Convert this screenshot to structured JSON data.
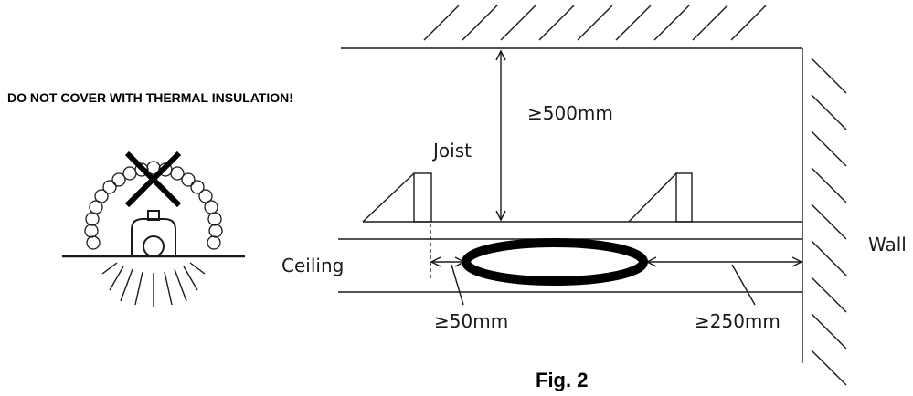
{
  "warning": "DO NOT COVER WITH THERMAL INSULATION!",
  "labels": {
    "joist": "Joist",
    "ceiling": "Ceiling",
    "wall": "Wall",
    "dim_top": "≥500mm",
    "dim_left": "≥50mm",
    "dim_right": "≥250mm"
  },
  "caption": "Fig. 2",
  "icons": {
    "warning": "no-insulation-cover-icon"
  }
}
